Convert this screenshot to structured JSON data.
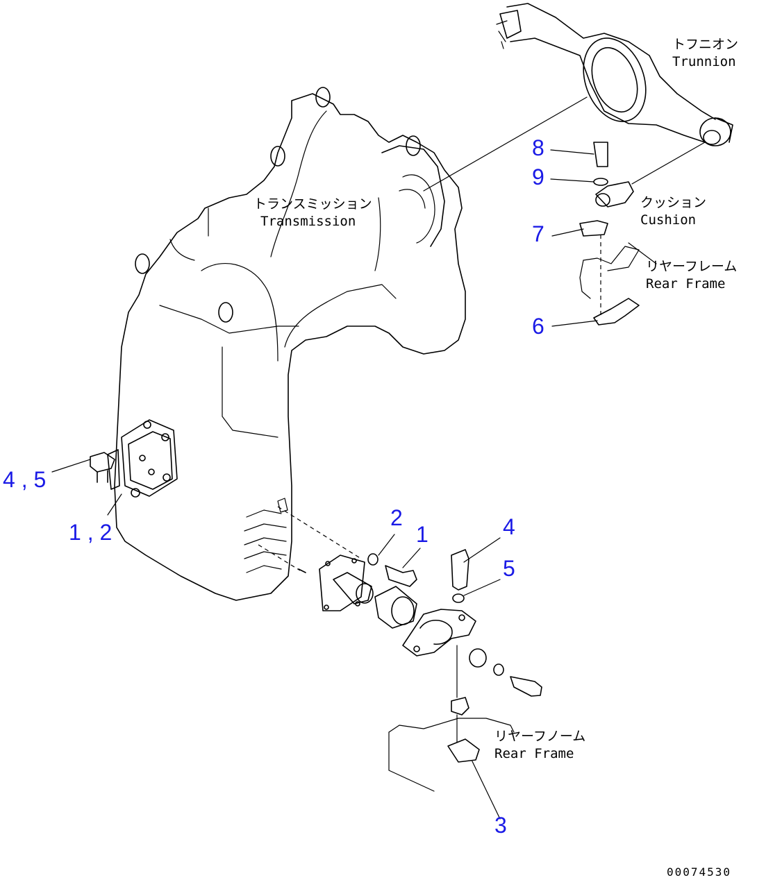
{
  "labels": {
    "trunnion_jp": "トフニオン",
    "trunnion_en": "Trunnion",
    "transmission_jp": "トランスミッション",
    "transmission_en": "Transmission",
    "cushion_jp": "クッション",
    "cushion_en": "Cushion",
    "rear_frame_top_jp": "リヤーフレーム",
    "rear_frame_top_en": "Rear Frame",
    "rear_frame_bottom_jp": "リヤーフノーム",
    "rear_frame_bottom_en": "Rear Frame"
  },
  "callouts": {
    "c8": "8",
    "c9": "9",
    "c7": "7",
    "c6": "6",
    "c45": "4 , 5",
    "c12": "1 , 2",
    "c2": "2",
    "c1": "1",
    "c4": "4",
    "c5": "5",
    "c3": "3"
  },
  "drawing_code": "00074530",
  "colors": {
    "callout": "#1a1ae6",
    "line": "#000000",
    "background": "#ffffff"
  }
}
